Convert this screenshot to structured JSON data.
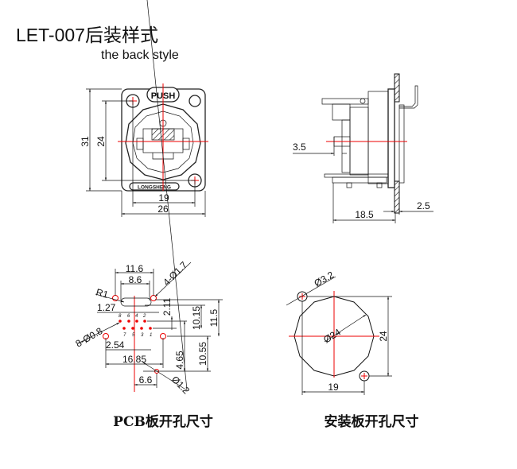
{
  "title": {
    "main": "LET-007后装样式",
    "subtitle": "the back style"
  },
  "front_view": {
    "push_label": "PUSH",
    "logo_text": "LONGSHENG",
    "dims": {
      "height_outer": "31",
      "height_inner": "24",
      "width_inner": "19",
      "width_outer": "26"
    }
  },
  "side_view": {
    "dims": {
      "offset": "3.5",
      "depth": "18.5",
      "panel": "2.5"
    }
  },
  "pcb_layout": {
    "caption": "PCB板开孔尺寸",
    "dims": {
      "w_116": "11.6",
      "w_86": "8.6",
      "radius": "R1",
      "mount_holes": "4-Ø1.7",
      "pitch_127": "1.27",
      "pin_holes": "8-Ø0.8",
      "v_211": "2.11",
      "v_1015": "10.15",
      "v_115": "11.5",
      "pitch_254": "2.54",
      "w_1685": "16.85",
      "v_465": "4.65",
      "v_1055": "10.55",
      "w_66": "6.6",
      "hole_12": "Ø1.2"
    },
    "pin_numbers_top": [
      "8",
      "6",
      "4",
      "2"
    ],
    "pin_numbers_bottom": [
      "7",
      "5",
      "3",
      "1"
    ]
  },
  "panel_cutout": {
    "caption": "安装板开孔尺寸",
    "dims": {
      "hole": "Ø3.2",
      "diameter": "Ø24",
      "vertical": "24",
      "horizontal": "19"
    }
  },
  "colors": {
    "centerline": "#ee0000",
    "lines": "#111111"
  }
}
